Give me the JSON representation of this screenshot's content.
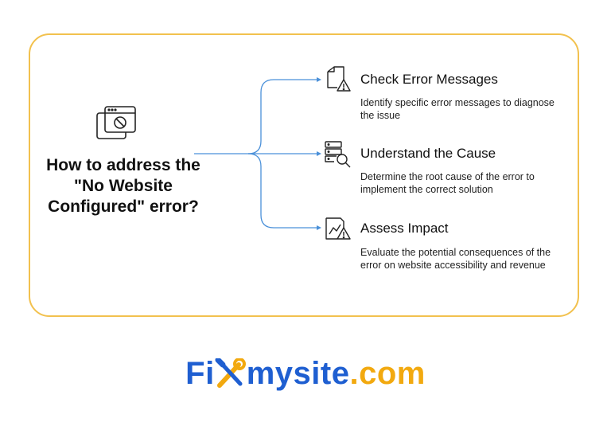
{
  "main": {
    "title": "How to address the \"No Website Configured\" error?",
    "icon": "browser-blocked-icon"
  },
  "items": [
    {
      "title": "Check Error Messages",
      "description": "Identify specific error messages to diagnose the issue",
      "icon": "document-warning-icon"
    },
    {
      "title": "Understand the Cause",
      "description": "Determine the root cause of the error to implement the correct solution",
      "icon": "server-search-icon"
    },
    {
      "title": "Assess Impact",
      "description": "Evaluate the potential consequences of the error on website accessibility and revenue",
      "icon": "chart-warning-icon"
    }
  ],
  "logo": {
    "part1": "Fi",
    "part2": "mysite",
    "part3": ".com",
    "icon": "wrench-screwdriver-icon"
  },
  "colors": {
    "accent_blue": "#4a90d9",
    "border_yellow": "#f2c14e",
    "logo_blue": "#1f5fd1",
    "logo_yellow": "#f2a90f"
  }
}
